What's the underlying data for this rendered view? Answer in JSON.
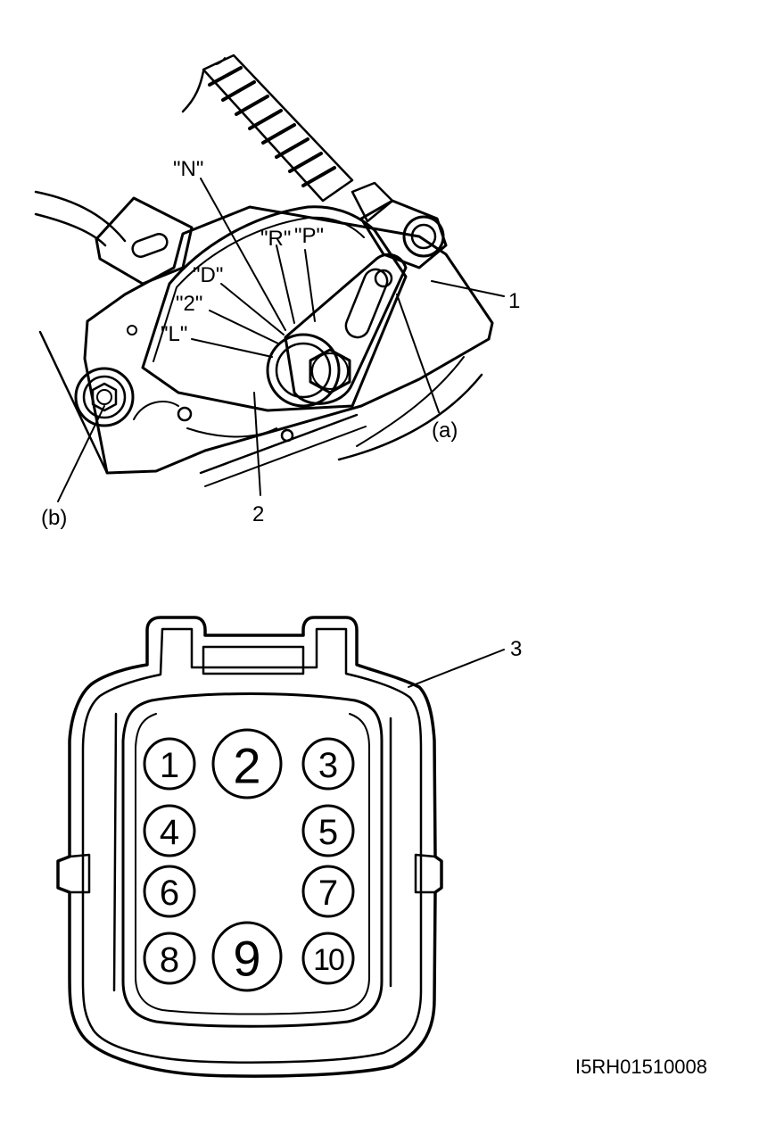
{
  "switch": {
    "positions": {
      "n": "\"N\"",
      "r": "\"R\"",
      "p": "\"P\"",
      "d": "\"D\"",
      "two": "\"2\"",
      "l": "\"L\""
    },
    "callouts": {
      "c1": "1",
      "c2": "2",
      "ca": "(a)",
      "cb": "(b)"
    }
  },
  "connector": {
    "callout": "3",
    "pins": [
      "1",
      "2",
      "3",
      "4",
      "5",
      "6",
      "7",
      "8",
      "9",
      "10"
    ]
  },
  "figure_code": "I5RH01510008"
}
